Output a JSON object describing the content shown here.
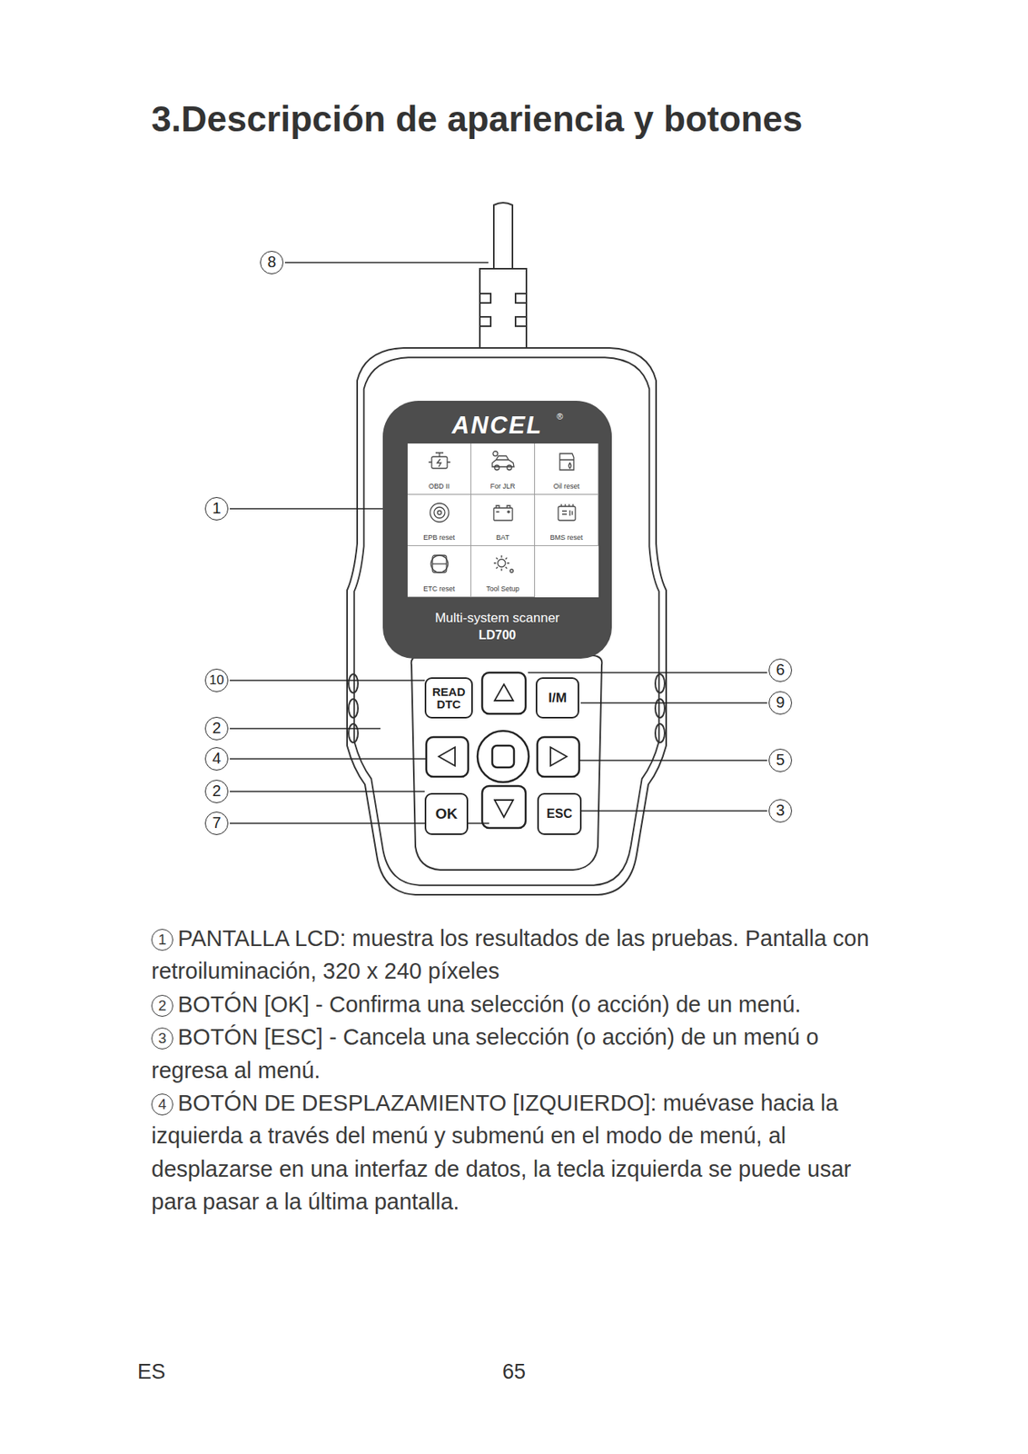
{
  "diagram": {
    "title": "3.Descripción de apariencia y botones",
    "nodes": [
      {
        "text": [
          "ANCEL",
          "®",
          "Multi-system scanner",
          "LD700"
        ]
      },
      {
        "text": [
          "OBD II"
        ],
        "in": 0
      },
      {
        "text": [
          "For JLR"
        ],
        "in": 0
      },
      {
        "text": [
          "Oil reset"
        ],
        "in": 0
      },
      {
        "text": [
          "EPB reset"
        ],
        "in": 0
      },
      {
        "text": [
          "BAT"
        ],
        "in": 0
      },
      {
        "text": [
          "BMS reset"
        ],
        "in": 0
      },
      {
        "text": [
          "ETC reset"
        ],
        "in": 0
      },
      {
        "text": [
          "Tool Setup"
        ],
        "in": 0
      },
      {
        "text": [
          "READ DTC"
        ]
      },
      {
        "text": [
          "I/M"
        ]
      },
      {
        "text": [
          "OK"
        ]
      },
      {
        "text": [
          "ESC"
        ]
      }
    ],
    "labels": [
      "8",
      "1",
      "10",
      "6",
      "9",
      "2",
      "4",
      "5",
      "2",
      "3",
      "7",
      "1",
      "PANTALLA LCD: muestra los resultados de las pruebas. Pantalla con retroiluminación, 320 x 240 píxeles",
      "2",
      "BOTÓN [OK] - Confirma una selección (o acción) de un menú.",
      "3",
      "BOTÓN [ESC] - Cancela una selección (o acción) de un menú o regresa al menú.",
      "4",
      "BOTÓN DE DESPLAZAMIENTO [IZQUIERDO]: muévase hacia la izquierda a través del menú y submenú en el modo de menú, al desplazarse en una interfaz de datos, la tecla izquierda se puede usar para pasar a la última pantalla.",
      "ES",
      "65"
    ]
  }
}
